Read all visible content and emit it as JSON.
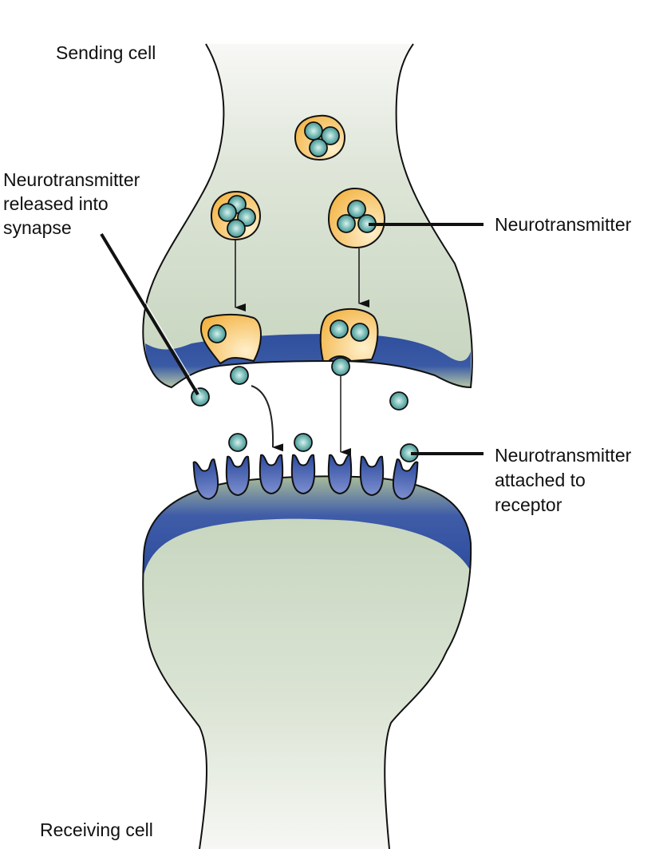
{
  "figure": {
    "title": "Synaptic transmission between neurons",
    "labels": {
      "sending_cell": "Sending cell",
      "released": [
        "Neurotransmitter",
        "released into",
        "synapse"
      ],
      "neurotransmitter": "Neurotransmitter",
      "attached": [
        "Neurotransmitter",
        "attached to",
        "receptor"
      ],
      "receiving_cell": "Receiving cell"
    },
    "colors": {
      "cell_fill_light": "#f6f7f3",
      "cell_fill": "#c7d6bf",
      "membrane": "#2f4f9e",
      "vesicle": "#f5b94a",
      "vesicle_light": "#fde9bf",
      "neurotransmitter": "#4a9d9a",
      "neurotransmitter_light": "#cfeeea",
      "receptor": "#3350a8",
      "outline": "#111111"
    },
    "counts": {
      "vesicles_in_cytoplasm": 3,
      "vesicles_fusing": 2,
      "receptors": 7,
      "receptors_bound": 3,
      "free_neurotransmitters_in_cleft": 4
    }
  }
}
